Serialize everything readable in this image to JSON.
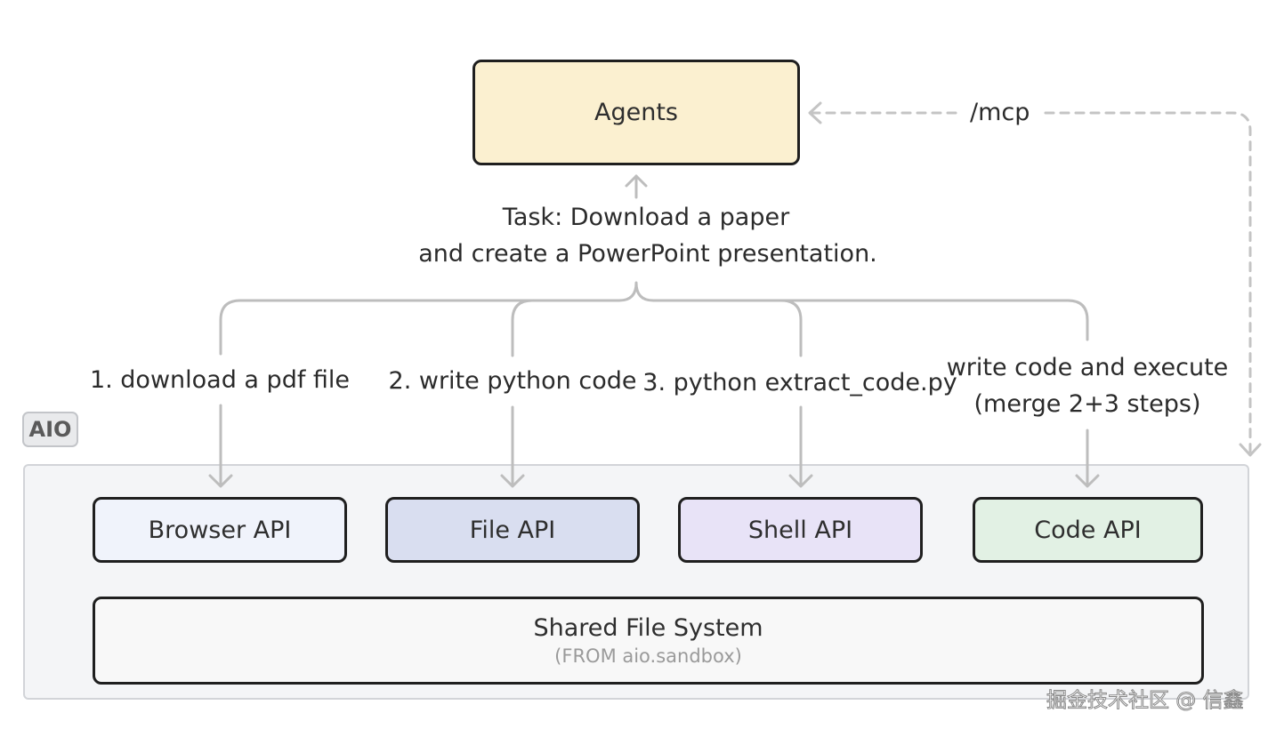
{
  "agents": {
    "label": "Agents"
  },
  "mcp_label": "/mcp",
  "task": {
    "line1": "Task: Download a paper",
    "line2": "and create a PowerPoint presentation."
  },
  "steps": [
    {
      "text": "1. download a pdf file"
    },
    {
      "text": "2. write python code"
    },
    {
      "text": "3. python extract_code.py"
    },
    {
      "line1": "write code and execute",
      "line2": "(merge 2+3 steps)"
    }
  ],
  "aio_tag": "AIO",
  "apis": [
    {
      "label": "Browser API",
      "color": "#f0f3fb"
    },
    {
      "label": "File API",
      "color": "#d9def0"
    },
    {
      "label": "Shell API",
      "color": "#e8e3f7"
    },
    {
      "label": "Code API",
      "color": "#e2f1e4"
    }
  ],
  "shared_fs": {
    "title": "Shared File System",
    "subtitle": "(FROM aio.sandbox)"
  },
  "watermark": "掘金技术社区 @ 信鑫",
  "colors": {
    "agents_fill": "#fbf0d0",
    "connector": "#bdbdbd"
  }
}
